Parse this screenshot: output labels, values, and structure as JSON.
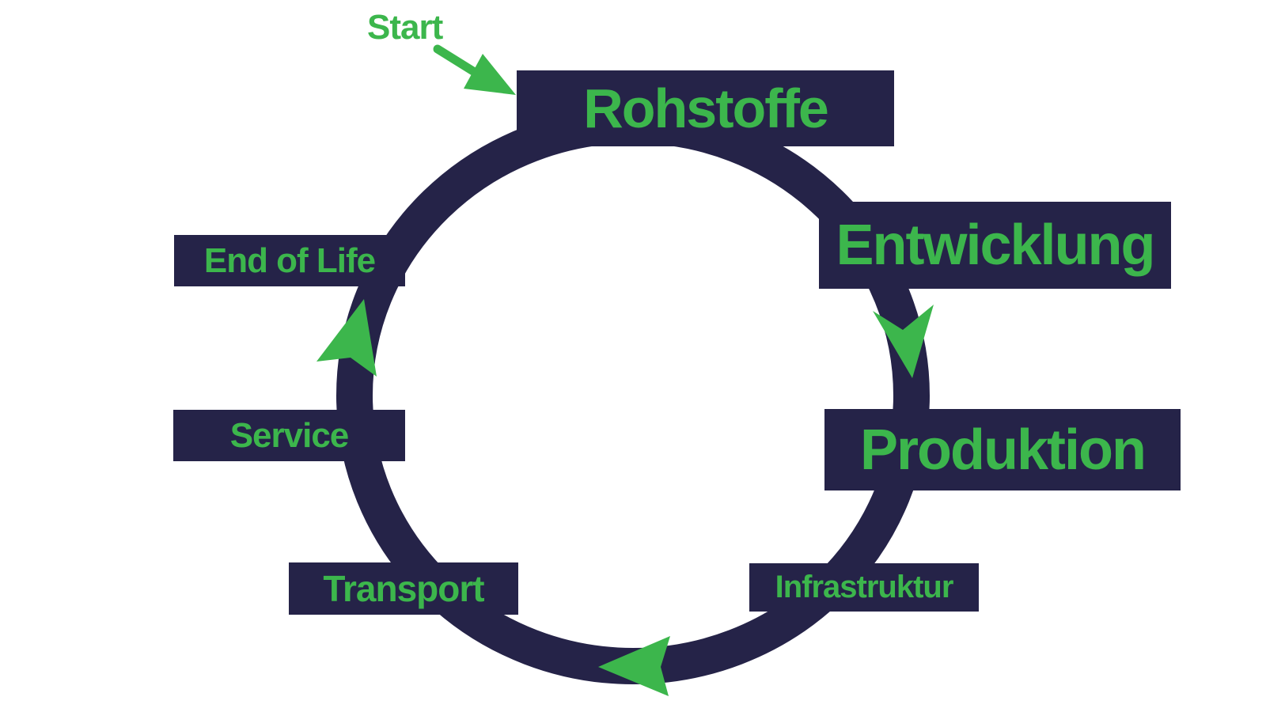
{
  "start_label": "Start",
  "stages": [
    {
      "name": "rohstoffe",
      "label": "Rohstoffe"
    },
    {
      "name": "entwicklung",
      "label": "Entwicklung"
    },
    {
      "name": "produktion",
      "label": "Produktion"
    },
    {
      "name": "infrastruktur",
      "label": "Infrastruktur"
    },
    {
      "name": "transport",
      "label": "Transport"
    },
    {
      "name": "service",
      "label": "Service"
    },
    {
      "name": "end_of_life",
      "label": "End of Life"
    }
  ],
  "colors": {
    "navy": "#252348",
    "accent": "#3cb64c",
    "bg": "#ffffff"
  }
}
